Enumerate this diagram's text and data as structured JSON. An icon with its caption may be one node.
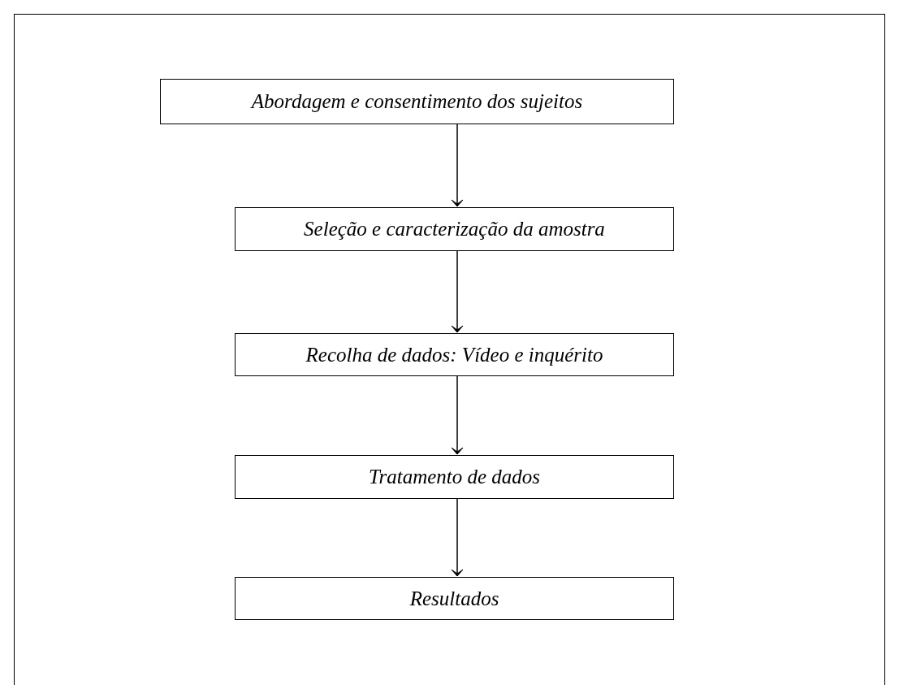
{
  "diagram": {
    "nodes": [
      {
        "text": [
          "Abordagem e consentimento dos sujeitos"
        ]
      },
      {
        "text": [
          "Seleção e caracterização da amostra"
        ]
      },
      {
        "text": [
          "Recolha de dados: Vídeo e inquérito"
        ]
      },
      {
        "text": [
          "Tratamento de dados"
        ]
      },
      {
        "text": [
          "Resultados"
        ]
      }
    ],
    "edges": [
      {
        "from": 0,
        "to": 1,
        "arrow": "to"
      },
      {
        "from": 1,
        "to": 2,
        "arrow": "to"
      },
      {
        "from": 2,
        "to": 3,
        "arrow": "to"
      },
      {
        "from": 3,
        "to": 4,
        "arrow": "to"
      }
    ]
  }
}
